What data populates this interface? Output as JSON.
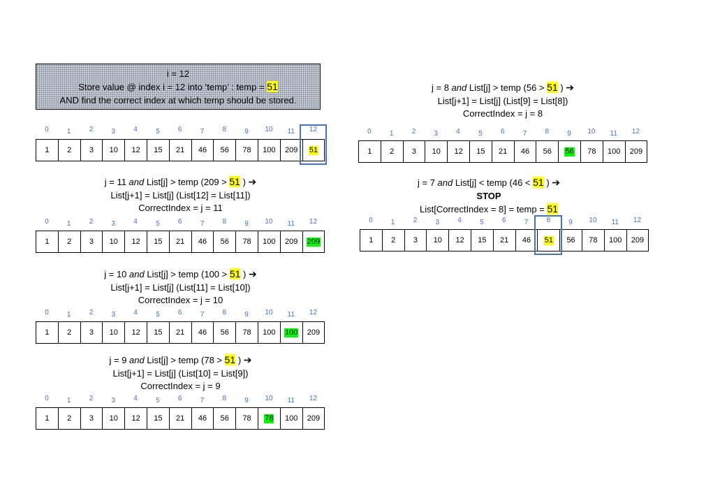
{
  "header": {
    "line1": "i  = 12",
    "line2_prefix": "Store value @ index i = 12 into ‘temp’ :  temp = ",
    "line2_value": "51",
    "line3": "AND find the correct index at which temp should be stored."
  },
  "indices": [
    "0",
    "1",
    "2",
    "3",
    "4",
    "5",
    "6",
    "7",
    "8",
    "9",
    "10",
    "11",
    "12"
  ],
  "steps": [
    {
      "id": "step-initial",
      "values": [
        "1",
        "2",
        "3",
        "10",
        "12",
        "15",
        "21",
        "46",
        "56",
        "78",
        "100",
        "209",
        "51"
      ],
      "yellow": 12,
      "green": -1,
      "box": 12
    },
    {
      "id": "step-j11",
      "caption": {
        "l1a": "j = 11 ",
        "l1b": "and",
        "l1c": " List[j] > temp  (209 > ",
        "l1d": "51",
        "l1e": " ) ",
        "l2": "List[j+1] = List[j] (List[12] = List[11])",
        "l3": "CorrectIndex  = j = 11"
      },
      "values": [
        "1",
        "2",
        "3",
        "10",
        "12",
        "15",
        "21",
        "46",
        "56",
        "78",
        "100",
        "209",
        "209"
      ],
      "yellow": -1,
      "green": 12,
      "box": -1
    },
    {
      "id": "step-j10",
      "caption": {
        "l1a": "j = 10 ",
        "l1b": "and",
        "l1c": " List[j] > temp  (100 > ",
        "l1d": "51",
        "l1e": " ) ",
        "l2": "List[j+1] = List[j] (List[11] = List[10])",
        "l3": "CorrectIndex  = j = 10"
      },
      "values": [
        "1",
        "2",
        "3",
        "10",
        "12",
        "15",
        "21",
        "46",
        "56",
        "78",
        "100",
        "100",
        "209"
      ],
      "yellow": -1,
      "green": 11,
      "box": -1
    },
    {
      "id": "step-j9",
      "caption": {
        "l1a": "j = 9 ",
        "l1b": "and",
        "l1c": " List[j] > temp  (78 > ",
        "l1d": "51",
        "l1e": " ) ",
        "l2": "List[j+1] = List[j] (List[10] = List[9])",
        "l3": "CorrectIndex  = j = 9"
      },
      "values": [
        "1",
        "2",
        "3",
        "10",
        "12",
        "15",
        "21",
        "46",
        "56",
        "78",
        "78",
        "100",
        "209"
      ],
      "yellow": -1,
      "green": 10,
      "box": -1
    },
    {
      "id": "step-j8",
      "caption": {
        "l1a": "j = 8 ",
        "l1b": "and",
        "l1c": " List[j] > temp  (56 > ",
        "l1d": "51",
        "l1e": " ) ",
        "l2": "List[j+1] = List[j] (List[9] = List[8])",
        "l3": "CorrectIndex  = j = 8"
      },
      "values": [
        "1",
        "2",
        "3",
        "10",
        "12",
        "15",
        "21",
        "46",
        "56",
        "56",
        "78",
        "100",
        "209"
      ],
      "yellow": -1,
      "green": 9,
      "box": -1
    },
    {
      "id": "step-j7",
      "caption": {
        "l1a": "j = 7 ",
        "l1b": "and",
        "l1c": " List[j] < temp  (46 < ",
        "l1d": "51",
        "l1e": " ) ",
        "stop": "STOP",
        "l3a": "List[CorrectIndex  = 8] = temp = ",
        "l3b": "51"
      },
      "values": [
        "1",
        "2",
        "3",
        "10",
        "12",
        "15",
        "21",
        "46",
        "51",
        "56",
        "78",
        "100",
        "209"
      ],
      "yellow": 8,
      "green": -1,
      "box": 8
    }
  ],
  "colors": {
    "index_text": "#4472c4",
    "highlight_yellow": "#ffff00",
    "highlight_green": "#00ff00",
    "box_border": "#4472c4"
  }
}
